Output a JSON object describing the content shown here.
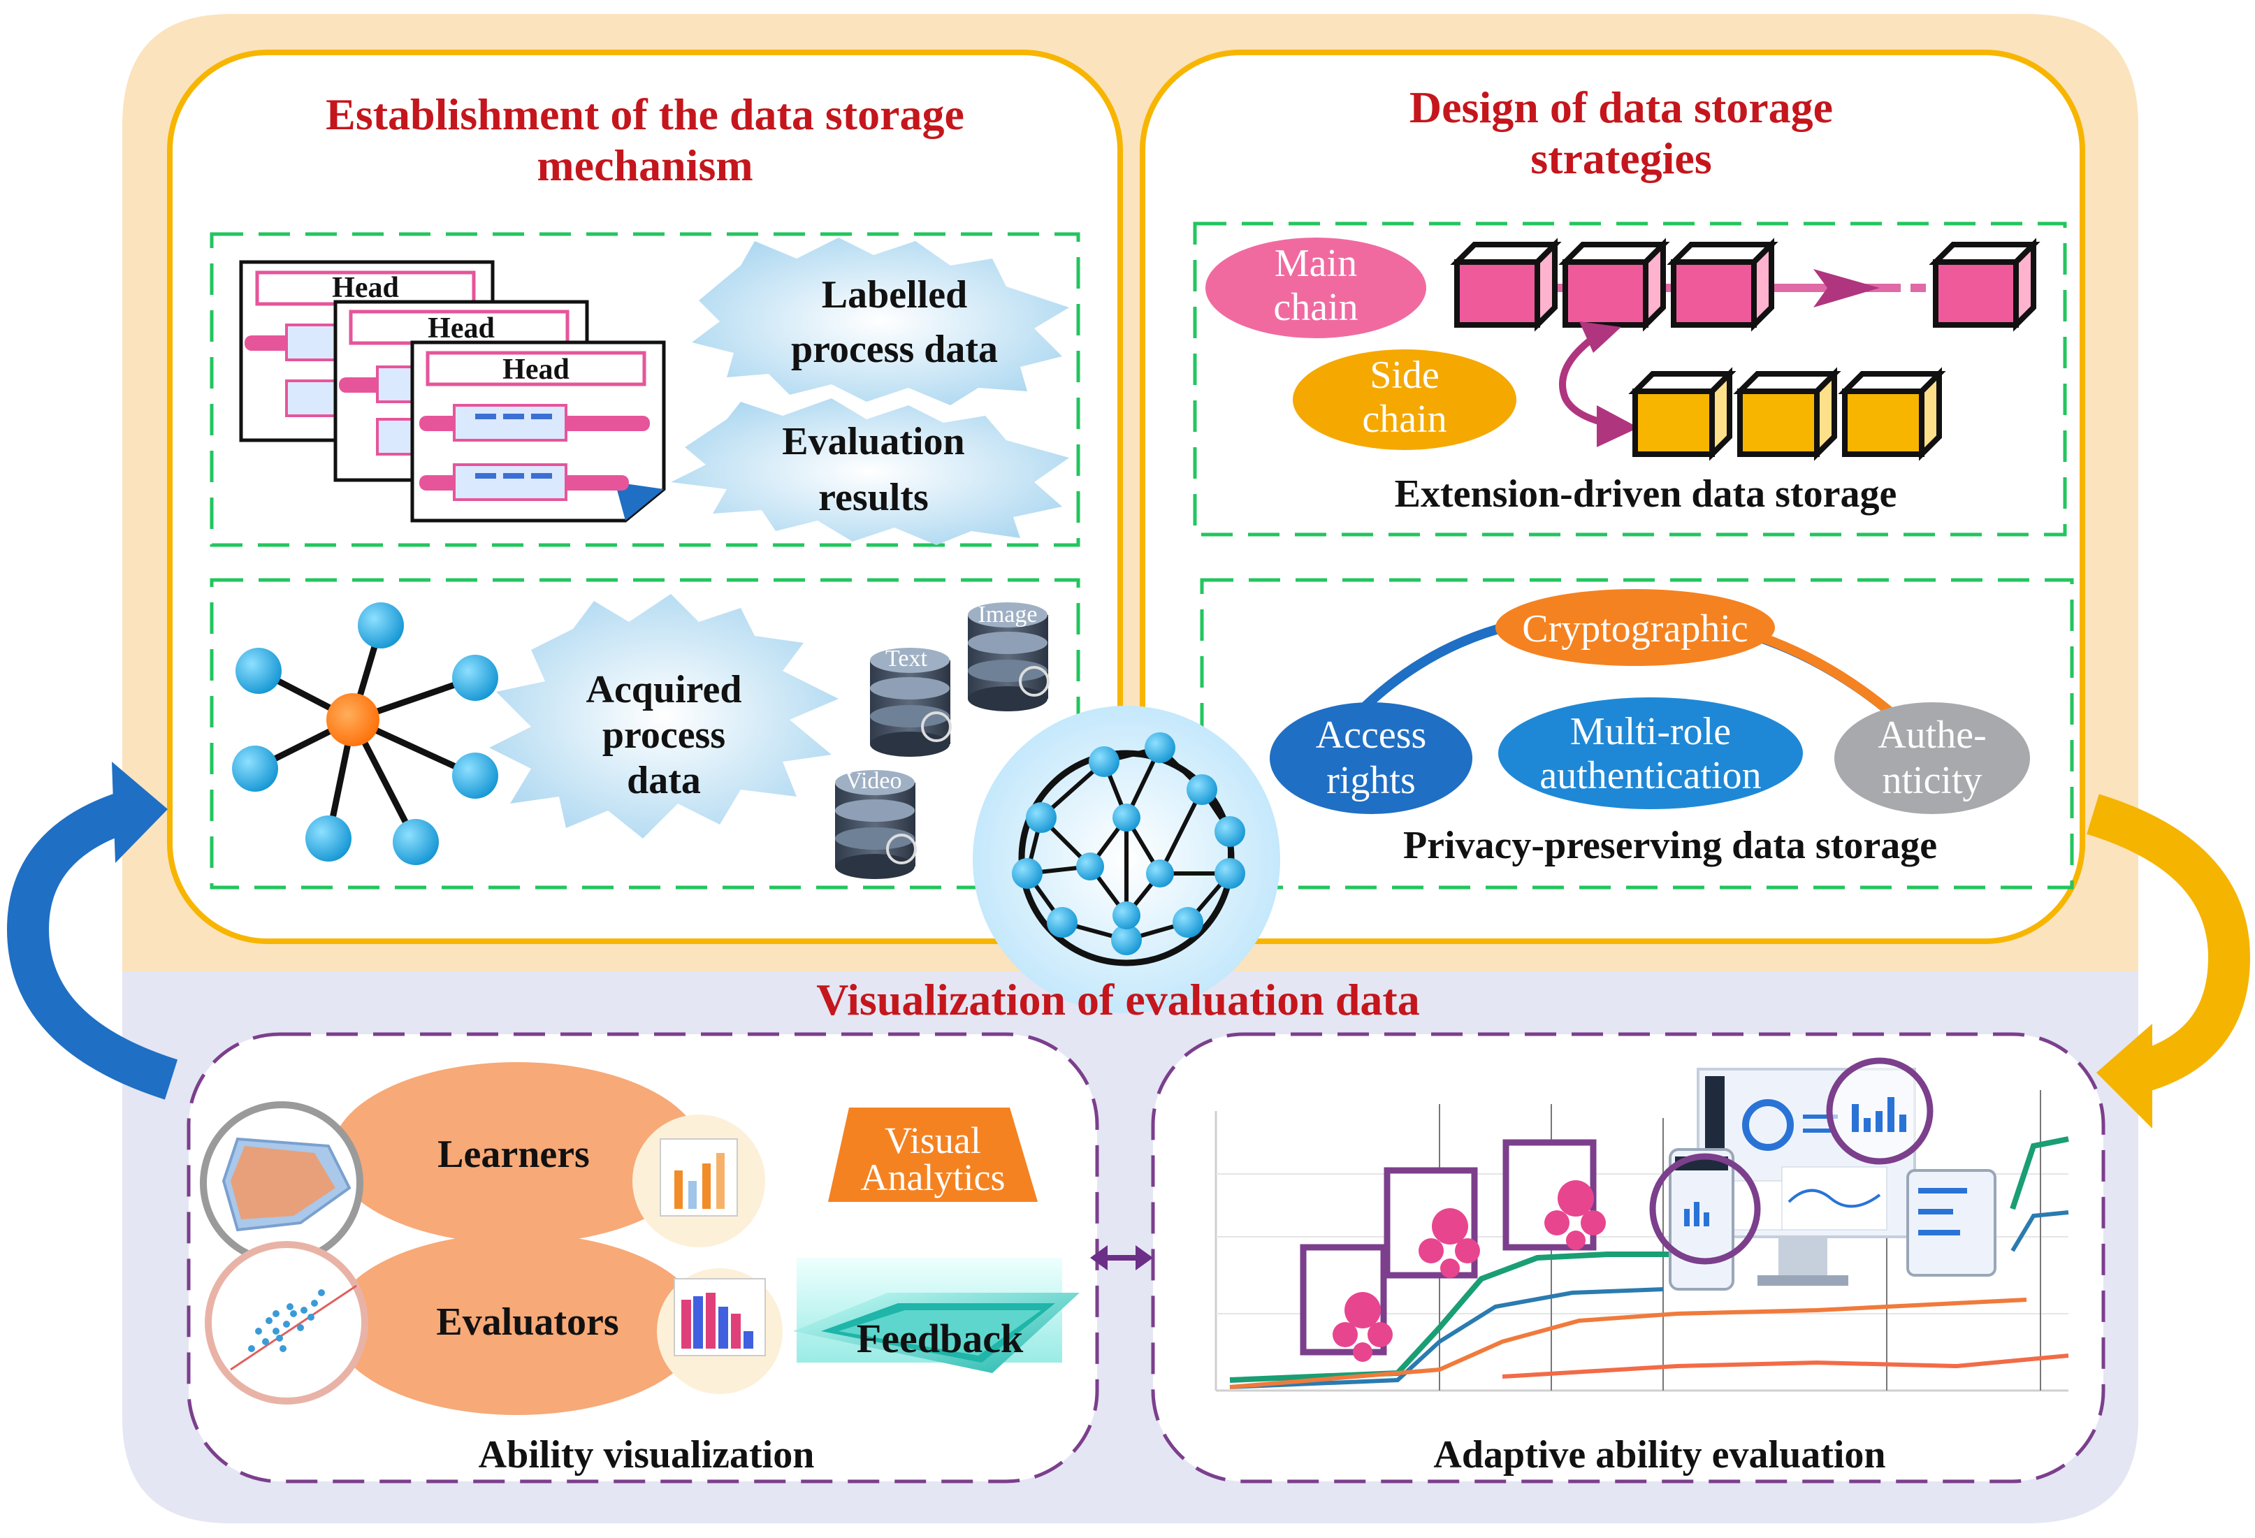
{
  "top_left": {
    "title_line1": "Establishment of the data storage",
    "title_line2": "mechanism",
    "doc_heads": [
      "Head",
      "Head",
      "Head"
    ],
    "burst_labelled": [
      "Labelled",
      "process data"
    ],
    "burst_evaluation": [
      "Evaluation",
      "results"
    ],
    "burst_acquired": [
      "Acquired",
      "process",
      "data"
    ],
    "db_labels": [
      "Image",
      "Text",
      "Video"
    ]
  },
  "top_right": {
    "title_line1": "Design of data storage",
    "title_line2": "strategies",
    "main_chain": [
      "Main",
      "chain"
    ],
    "side_chain": [
      "Side",
      "chain"
    ],
    "extension_caption": "Extension-driven data storage",
    "cryptographic": "Cryptographic",
    "access_rights": [
      "Access",
      "rights"
    ],
    "multi_role": [
      "Multi-role",
      "authentication"
    ],
    "authenticity": [
      "Authe-",
      "nticity"
    ],
    "privacy_caption": "Privacy-preserving data storage"
  },
  "bottom": {
    "title": "Visualization of evaluation data",
    "learners": "Learners",
    "evaluators": "Evaluators",
    "visual_analytics": [
      "Visual",
      "Analytics"
    ],
    "feedback": "Feedback",
    "ability_caption": "Ability visualization",
    "adaptive_caption": "Adaptive ability evaluation"
  },
  "colors": {
    "outer_top_bg": "#fbe3bd",
    "outer_bottom_bg": "#e4e6f3",
    "gold_border": "#f7b500",
    "green_dash": "#22c55e",
    "purple_dash": "#7b3f8c",
    "title_red": "#c4161c",
    "pink": "#f06aa0",
    "orange_pill": "#f5a800",
    "cyan_burst": "#bfe3f6",
    "blue_arrow": "#1f6fc4",
    "gold_arrow": "#f5b400"
  }
}
